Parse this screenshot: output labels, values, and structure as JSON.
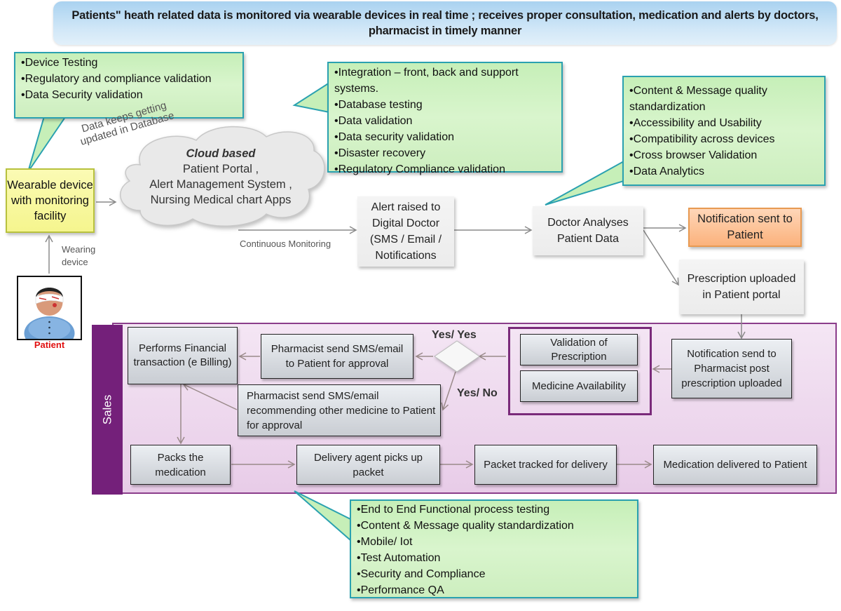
{
  "banner": {
    "text": "Patients\" heath related data is monitored via wearable devices in real time ; receives proper  consultation, medication and alerts by doctors, pharmacist in timely manner"
  },
  "callouts": {
    "device": [
      "Device Testing",
      "Regulatory and compliance validation",
      "Data Security validation"
    ],
    "integration": [
      "Integration – front, back and support systems.",
      "Database testing",
      "Data validation",
      "Data security validation",
      "Disaster recovery",
      "Regulatory  Compliance validation"
    ],
    "content": [
      "Content & Message quality standardization",
      "Accessibility  and  Usability",
      "Compatibility across devices",
      "Cross browser Validation",
      "Data Analytics"
    ],
    "e2e": [
      "End to End Functional process testing",
      "Content & Message quality standardization",
      "Mobile/ Iot",
      "Test Automation",
      "Security and Compliance",
      "Performance QA"
    ]
  },
  "nodes": {
    "wearable": "Wearable device with monitoring facility",
    "cloud_title": "Cloud based",
    "cloud_lines": [
      "Patient Portal ,",
      "Alert Management System ,",
      "Nursing Medical chart Apps"
    ],
    "alert": "Alert raised to Digital Doctor (SMS / Email / Notifications",
    "doctor": "Doctor Analyses Patient Data",
    "notification": "Notification sent to Patient",
    "prescription": "Prescription uploaded in Patient portal",
    "notify_pharmacist": "Notification send to Pharmacist post prescription uploaded",
    "validation": "Validation of Prescription",
    "availability": "Medicine Availability",
    "pharm_sms": "Pharmacist send SMS/email to Patient for approval",
    "pharm_recommend": "Pharmacist send SMS/email recommending  other medicine to Patient for approval",
    "billing": "Performs Financial transaction (e Billing)",
    "packs": "Packs the medication",
    "delivery_agent": "Delivery agent picks up  packet",
    "tracked": "Packet tracked for delivery",
    "delivered": "Medication delivered to Patient"
  },
  "labels": {
    "data_update_line1": "Data keeps getting",
    "data_update_line2": "updated in Database",
    "continuous": "Continuous  Monitoring",
    "wearing_line1": "Wearing",
    "wearing_line2": "device",
    "patient": "Patient",
    "sales": "Sales",
    "yes_yes": "Yes/ Yes",
    "yes_no": "Yes/ No"
  }
}
